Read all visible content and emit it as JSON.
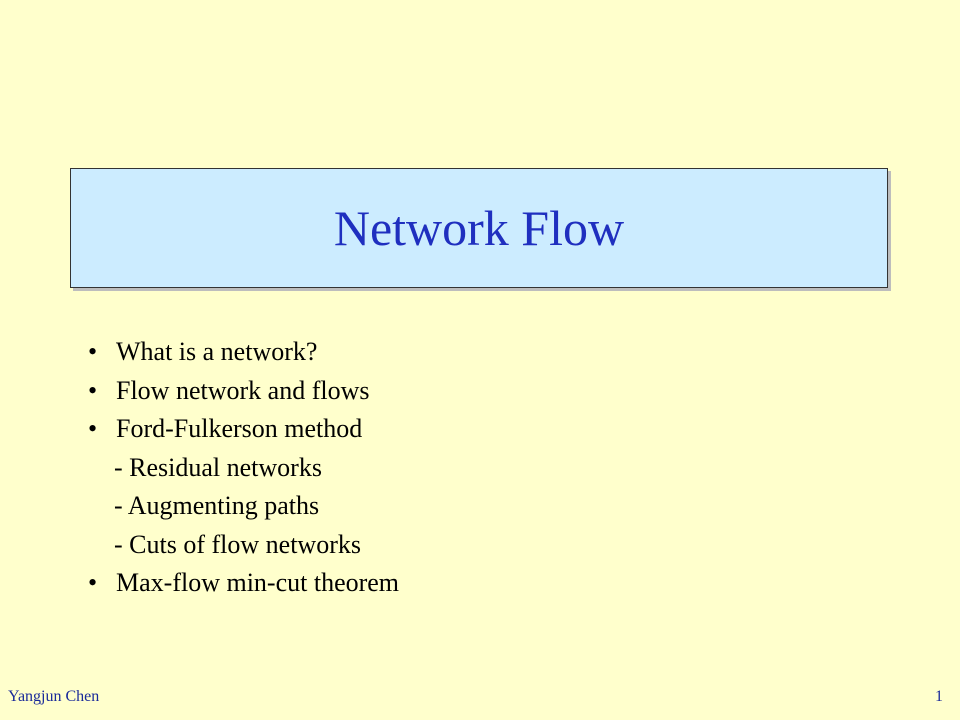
{
  "slide": {
    "title": "Network Flow",
    "bullet_symbol": "•",
    "items": [
      {
        "type": "bullet",
        "text": "What is a network?"
      },
      {
        "type": "bullet",
        "text": "Flow network and flows"
      },
      {
        "type": "bullet",
        "text": "Ford-Fulkerson method"
      },
      {
        "type": "sub",
        "text": "- Residual networks"
      },
      {
        "type": "sub",
        "text": "- Augmenting paths"
      },
      {
        "type": "sub",
        "text": "- Cuts of flow networks"
      },
      {
        "type": "bullet",
        "text": "Max-flow min-cut theorem"
      }
    ]
  },
  "footer": {
    "author": "Yangjun Chen",
    "page_number": "1"
  },
  "colors": {
    "background": "#FFFFCC",
    "title_box_fill": "#CCECFF",
    "title_text": "#1F2FBF",
    "footer_text": "#1A2A9A"
  }
}
